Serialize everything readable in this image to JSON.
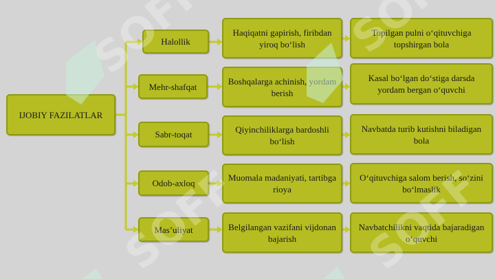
{
  "root": {
    "label": "IJOBIY FAZILATLAR"
  },
  "rows": [
    {
      "virtue": "Halollik",
      "meaning": "Haqiqatni gapirish, firibdan yiroq bo‘lish",
      "example": "Topilgan pulni o‘qituvchiga topshirgan bola"
    },
    {
      "virtue": "Mehr-shafqat",
      "meaning": "Boshqalarga achinish, yordam berish",
      "example": "Kasal bo‘lgan do‘stiga darsda yordam bergan o‘quvchi"
    },
    {
      "virtue": "Sabr-toqat",
      "meaning": "Qiyinchiliklarga bardoshli bo‘lish",
      "example": "Navbatda turib kutishni biladigan bola"
    },
    {
      "virtue": "Odob-axloq",
      "meaning": "Muomala madaniyati, tartibga rioya",
      "example": "O‘qituvchiga salom berish, so‘zini bo‘lmaslik"
    },
    {
      "virtue": "Mas’uliyat",
      "meaning": "Belgilangan vazifani vijdonan bajarish",
      "example": "Navbatchilikni vaqtida bajaradigan o‘quvchi"
    }
  ],
  "watermark": {
    "text": "SOFF"
  },
  "colors": {
    "node_fill": "#b5bd22",
    "node_border": "#8f9a12",
    "connector": "#c3cb2a",
    "background": "#d4d4d4"
  }
}
